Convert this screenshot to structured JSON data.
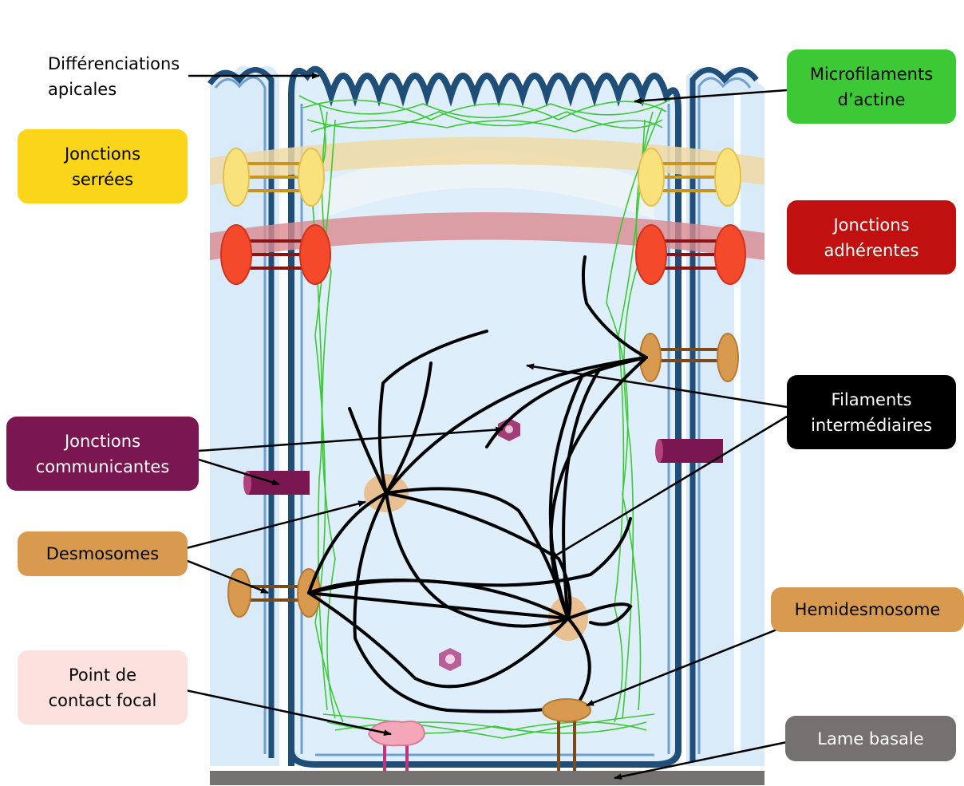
{
  "labels": {
    "apical": "Différenciations\napicales",
    "microfilaments": "Microfilaments\nd’actine",
    "tight": "Jonctions\nserrées",
    "adherens": "Jonctions\nadhérentes",
    "intermediate": "Filaments\nintermédiaires",
    "gap": "Jonctions\ncommunicantes",
    "desmosomes": "Desmosomes",
    "hemidesmosome": "Hemidesmosome",
    "focal": "Point de\ncontact focal",
    "basal": "Lame basale"
  },
  "colors": {
    "tight": "#f7d31a",
    "microfilaments": "#3dc835",
    "adherens": "#c0100f",
    "intermediate": "#000000",
    "gap": "#7a1650",
    "desmosomes": "#d89a4e",
    "hemidesmosome": "#d89a4e",
    "focal": "#fde1de",
    "basal": "#767171",
    "membrane": "#1f4e79",
    "cytoplasm": "#deeffb"
  }
}
